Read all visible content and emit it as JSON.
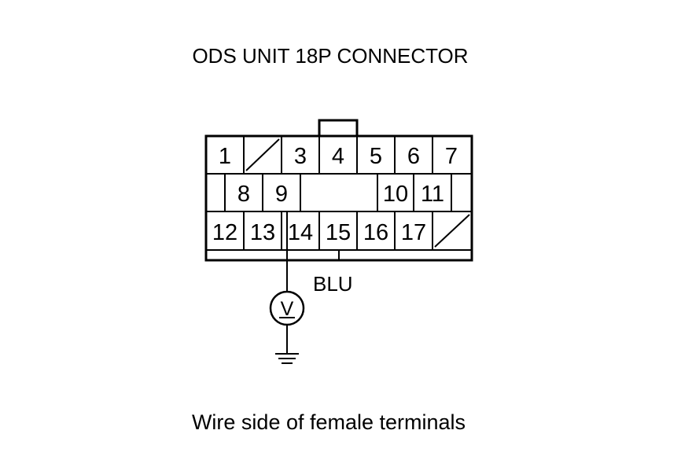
{
  "title": "ODS UNIT 18P CONNECTOR",
  "caption": "Wire side of female terminals",
  "wire_color": "BLU",
  "meter_symbol": "V",
  "meter_icon": "voltmeter-icon",
  "ground_icon": "ground-icon",
  "line_color": "#000000",
  "background_color": "#ffffff",
  "connector": {
    "row1": [
      "1",
      "",
      "3",
      "4",
      "5",
      "6",
      "7"
    ],
    "row2": [
      "8",
      "9",
      "10",
      "11"
    ],
    "row3": [
      "12",
      "13",
      "14",
      "15",
      "16",
      "17",
      ""
    ]
  }
}
